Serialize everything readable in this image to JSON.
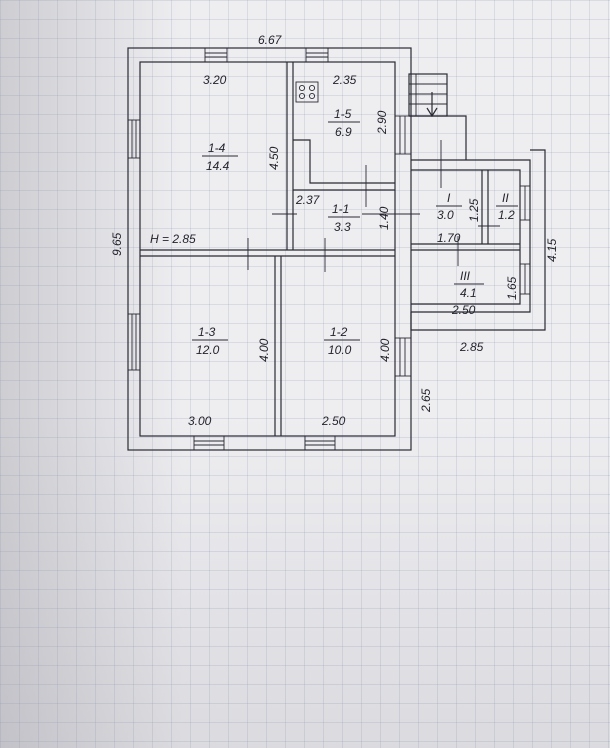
{
  "plan": {
    "overall": {
      "width": "6.67",
      "depth": "9.65",
      "height_note": "H = 2.85"
    },
    "walls": {
      "w_320": "3.20",
      "w_235": "2.35",
      "w_290": "2.90",
      "w_450": "4.50",
      "w_237": "2.37",
      "w_140": "1.40",
      "w_400a": "4.00",
      "w_400b": "4.00",
      "w_300": "3.00",
      "w_250": "2.50",
      "w_265": "2.65"
    },
    "annex": {
      "w_125": "1.25",
      "w_170": "1.70",
      "w_165": "1.65",
      "w_250": "2.50",
      "w_285": "2.85",
      "w_415": "4.15"
    },
    "rooms": [
      {
        "id": "1-4",
        "area": "14.4"
      },
      {
        "id": "1-5",
        "area": "6.9"
      },
      {
        "id": "1-1",
        "area": "3.3"
      },
      {
        "id": "1-3",
        "area": "12.0"
      },
      {
        "id": "1-2",
        "area": "10.0"
      },
      {
        "id": "I",
        "area": "3.0"
      },
      {
        "id": "II",
        "area": "1.2"
      },
      {
        "id": "III",
        "area": "4.1"
      }
    ]
  }
}
